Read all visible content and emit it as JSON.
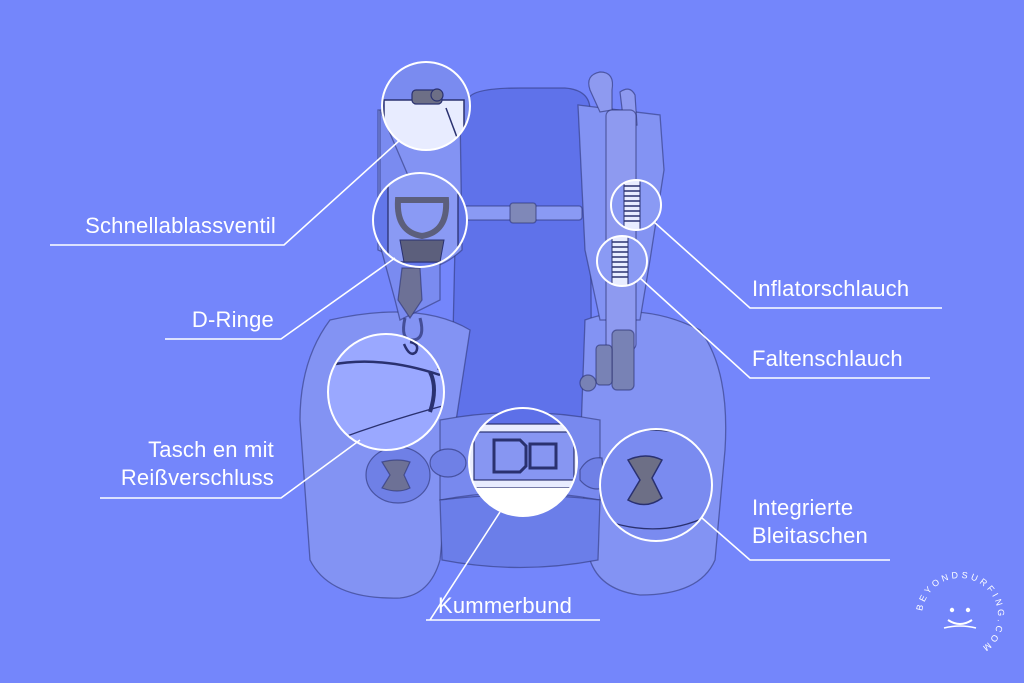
{
  "labels": {
    "schnellablass": "Schnellablassventil",
    "d_ringe": "D-Ringe",
    "taschen_line1": "Tasch en mit",
    "taschen_line2": "Reißverschluss",
    "inflator": "Inflatorschlauch",
    "falten": "Faltenschlauch",
    "blei_line1": "Integrierte",
    "blei_line2": "Bleitaschen",
    "kummerbund": "Kummerbund"
  },
  "logo": {
    "text": "BEYONDSURFING.COM",
    "icon": "smiley-surfboard-icon"
  },
  "colors": {
    "background": "#7486fb",
    "vest_light": "#8696f5",
    "vest_dark": "#5d70e8",
    "outline": "#2a3170",
    "white": "#ffffff",
    "hardware": "#6d6f86"
  }
}
